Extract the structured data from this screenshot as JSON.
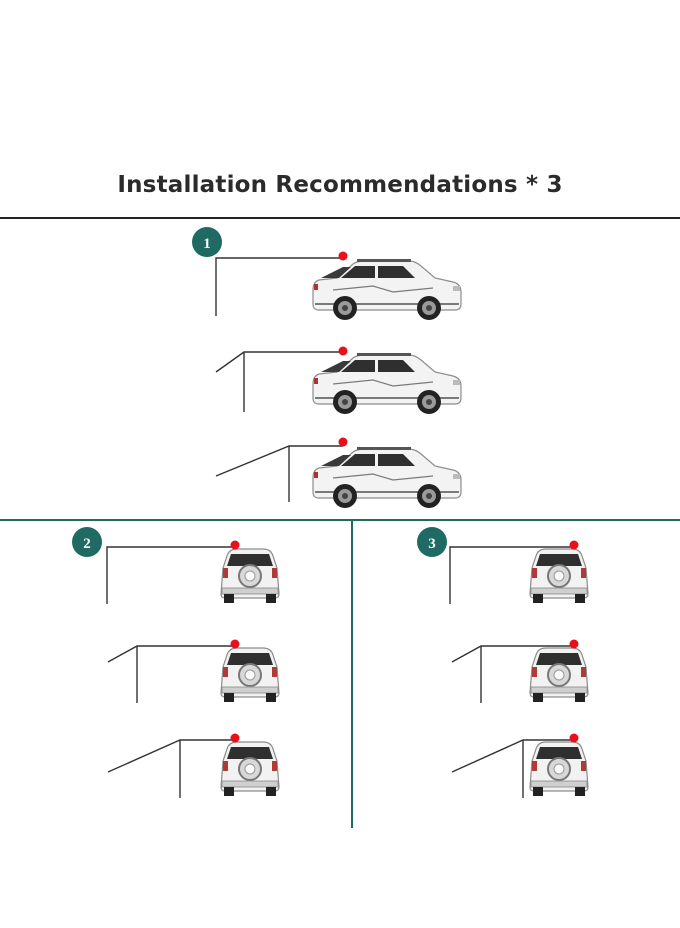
{
  "title": "Installation Recommendations * 3",
  "sections": [
    {
      "badge": "1",
      "view": "side"
    },
    {
      "badge": "2",
      "view": "rear"
    },
    {
      "badge": "3",
      "view": "rear"
    }
  ],
  "colors": {
    "badge": "#1f6b64",
    "divider": "#1f6b64",
    "mount_dot": "#e8101a",
    "rule": "#222222",
    "car_body": "#f2f2f2",
    "car_glass": "#2a2a2a"
  }
}
